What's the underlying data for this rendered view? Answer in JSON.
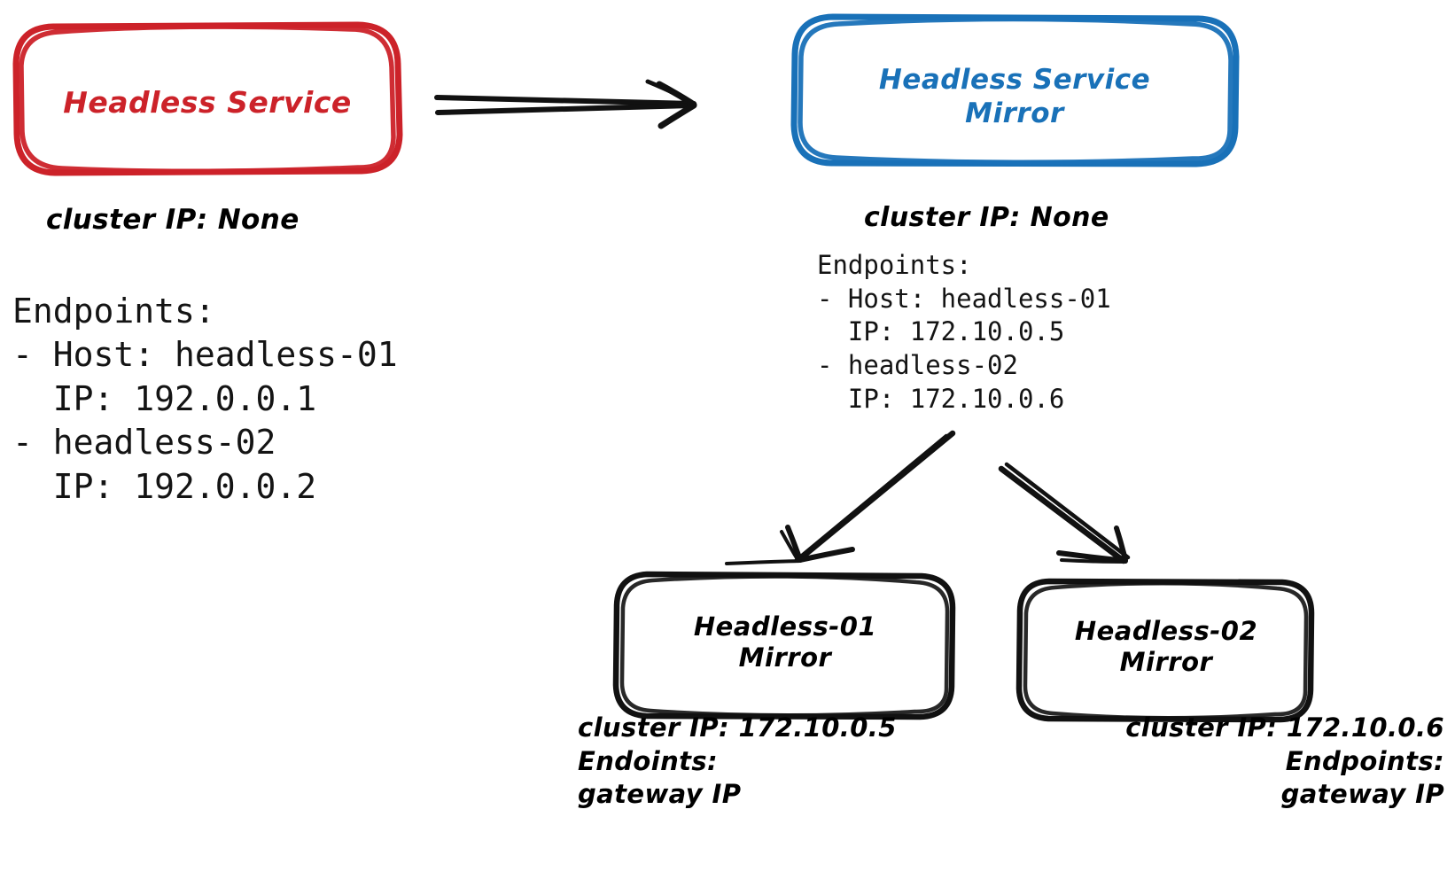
{
  "diagram": {
    "title": "Headless Service Mirror",
    "colors": {
      "source_node": "#cc2229",
      "mirror_node": "#1971b8",
      "default_stroke": "#000000",
      "background": "#ffffff"
    }
  },
  "nodes": {
    "source_service": {
      "label": "Headless Service",
      "cluster_ip_caption": "cluster IP: None",
      "color": "#cc2229"
    },
    "mirror_service": {
      "label": "Headless Service\nMirror",
      "cluster_ip_caption": "cluster IP: None",
      "color": "#1971b8"
    },
    "mirror_pod_01": {
      "label": "Headless-01\nMirror",
      "caption": "cluster IP: 172.10.0.5\nEndoints:\ngateway IP",
      "color": "#000000"
    },
    "mirror_pod_02": {
      "label": "Headless-02\nMirror",
      "caption": "cluster IP: 172.10.0.6\nEndpoints:\ngateway IP",
      "color": "#000000"
    }
  },
  "endpoint_blocks": {
    "source": {
      "text": "Endpoints:\n- Host: headless-01\n  IP: 192.0.0.1\n- headless-02\n  IP: 192.0.0.2",
      "header": "Endpoints:",
      "entries": [
        {
          "host_line": "- Host: headless-01",
          "ip_line": "  IP: 192.0.0.1",
          "host": "headless-01",
          "ip": "192.0.0.1"
        },
        {
          "host_line": "- headless-02",
          "ip_line": "  IP: 192.0.0.2",
          "host": "headless-02",
          "ip": "192.0.0.2"
        }
      ]
    },
    "mirror": {
      "text": "Endpoints:\n- Host: headless-01\n  IP: 172.10.0.5\n- headless-02\n  IP: 172.10.0.6",
      "header": "Endpoints:",
      "entries": [
        {
          "host_line": "- Host: headless-01",
          "ip_line": "  IP: 172.10.0.5",
          "host": "headless-01",
          "ip": "172.10.0.5"
        },
        {
          "host_line": "- headless-02",
          "ip_line": "  IP: 172.10.0.6",
          "host": "headless-02",
          "ip": "172.10.0.6"
        }
      ]
    }
  },
  "arrows": [
    {
      "name": "source-to-mirror",
      "from": "source_service",
      "to": "mirror_service",
      "direction": "right"
    },
    {
      "name": "mirror-to-pod-01",
      "from": "mirror_service",
      "to": "mirror_pod_01",
      "direction": "down-left"
    },
    {
      "name": "mirror-to-pod-02",
      "from": "mirror_service",
      "to": "mirror_pod_02",
      "direction": "down-right"
    }
  ]
}
